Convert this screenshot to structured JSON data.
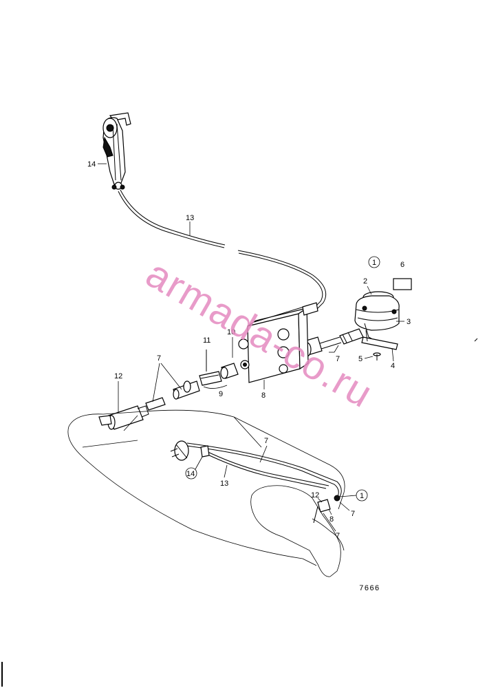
{
  "watermark": "armada-co.ru",
  "drawing_number": "7666",
  "callouts": {
    "c14_top": "14",
    "c13_top": "13",
    "c1_top": "1",
    "c6": "6",
    "c2": "2",
    "c3": "3",
    "c10": "10",
    "c11": "11",
    "c7_mid_left": "7",
    "c12_left": "12",
    "c9": "9",
    "c8_mid": "8",
    "c7_mid_right": "7",
    "c5": "5",
    "c4": "4",
    "c7_lower": "7",
    "c14_lower": "14",
    "c13_lower": "13",
    "c12_lower": "12",
    "c1_lower": "1",
    "c8_lower": "8",
    "c7_lower_right": "7",
    "c7_lower_bottom": "7"
  }
}
